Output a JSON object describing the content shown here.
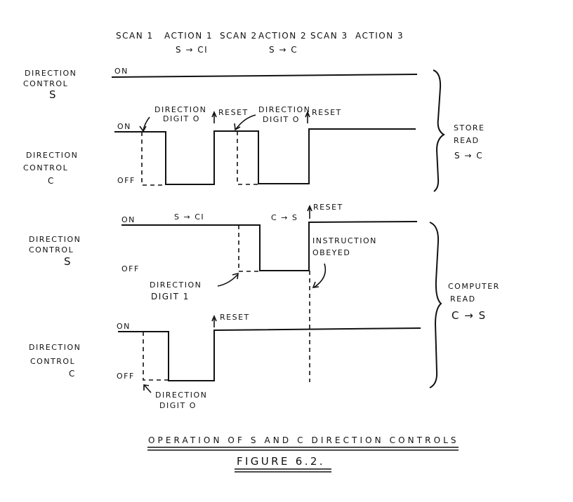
{
  "header": {
    "phases": [
      {
        "label": "SCAN 1"
      },
      {
        "label": "ACTION 1",
        "sub": "S → CI"
      },
      {
        "label": "SCAN 2"
      },
      {
        "label": "ACTION 2",
        "sub": "S → C"
      },
      {
        "label": "SCAN 3"
      },
      {
        "label": "ACTION 3"
      }
    ]
  },
  "signals": [
    {
      "name_lines": [
        "DIRECTION",
        "CONTROL",
        "S"
      ],
      "on_label": "ON",
      "waveform": "constant ON"
    },
    {
      "name_lines": [
        "DIRECTION",
        "CONTROL",
        "C"
      ],
      "on_label": "ON",
      "off_label": "OFF",
      "annotations": [
        {
          "lines": [
            "DIRECTION",
            "DIGIT O"
          ]
        },
        {
          "lines": [
            "RESET"
          ]
        },
        {
          "lines": [
            "DIRECTION",
            "DIGIT O"
          ]
        },
        {
          "lines": [
            "RESET"
          ]
        }
      ]
    },
    {
      "name_lines": [
        "DIRECTION",
        "CONTROL",
        "S"
      ],
      "on_label": "ON",
      "off_label": "OFF",
      "annotations": [
        {
          "lines": [
            "S → CI"
          ]
        },
        {
          "lines": [
            "C → S"
          ]
        },
        {
          "lines": [
            "RESET"
          ]
        },
        {
          "lines": [
            "INSTRUCTION",
            "OBEYED"
          ]
        },
        {
          "lines": [
            "DIRECTION",
            "DIGIT 1"
          ]
        }
      ]
    },
    {
      "name_lines": [
        "DIRECTION",
        "CONTROL",
        "C"
      ],
      "on_label": "ON",
      "off_label": "OFF",
      "annotations": [
        {
          "lines": [
            "RESET"
          ]
        },
        {
          "lines": [
            "DIRECTION",
            "DIGIT O"
          ]
        }
      ]
    }
  ],
  "groups": [
    {
      "lines": [
        "STORE",
        "READ",
        "S → C"
      ]
    },
    {
      "lines": [
        "COMPUTER",
        "READ",
        "C → S"
      ]
    }
  ],
  "caption": {
    "title": "OPERATION OF S AND C DIRECTION CONTROLS",
    "figure": "FIGURE 6.2."
  }
}
